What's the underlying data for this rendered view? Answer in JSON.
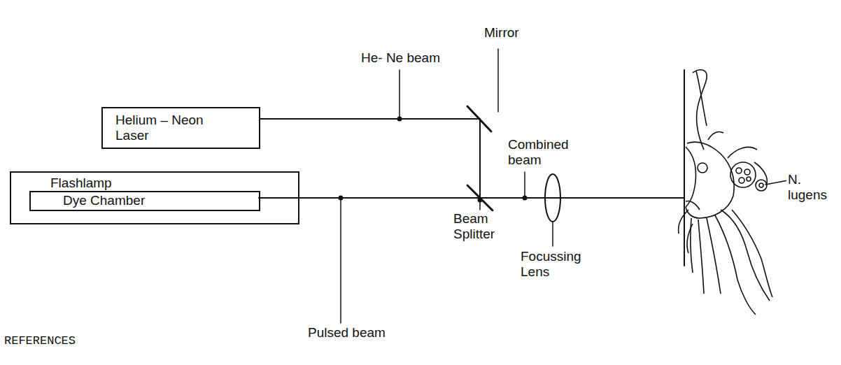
{
  "diagram": {
    "nodes": [
      {
        "text": [
          "Helium – Neon Laser"
        ]
      },
      {
        "text": [
          "Flashlamp"
        ]
      },
      {
        "text": [
          "Dye Chamber"
        ],
        "in": 1
      }
    ],
    "labels": [
      "Mirror",
      "He- Ne beam",
      "Combined beam",
      "Beam Splitter",
      "Focussing Lens",
      "Pulsed beam",
      "N. lugens",
      "REFERENCES"
    ]
  }
}
